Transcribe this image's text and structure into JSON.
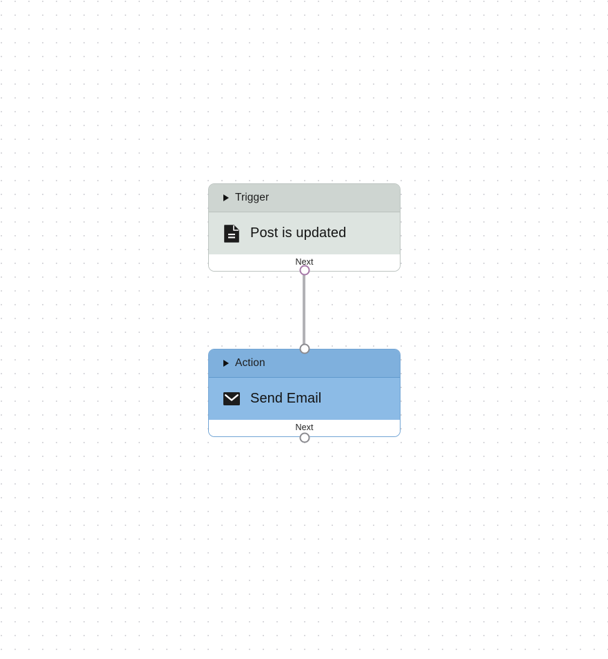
{
  "canvas": {
    "grid": "dot-grid",
    "background_color": "#ffffff",
    "dot_color": "#d9d9dd"
  },
  "workflow": {
    "nodes": [
      {
        "id": "trigger",
        "header_label": "Trigger",
        "body_label": "Post is updated",
        "footer_label": "Next",
        "icon": "document-icon",
        "header_color": "#ced5d1",
        "body_color": "#dde4e0",
        "border_color": "#bcc4c0",
        "output_port_color": "#a678a8"
      },
      {
        "id": "action",
        "header_label": "Action",
        "body_label": "Send Email",
        "footer_label": "Next",
        "icon": "envelope-icon",
        "header_color": "#7fb0dd",
        "body_color": "#8cbbe6",
        "border_color": "#6fa3d4",
        "input_port_color": "#8b8b90",
        "output_port_color": "#8b8b90"
      }
    ],
    "edges": [
      {
        "id": "trigger-to-action",
        "from": "trigger",
        "to": "action",
        "color": "#b2b2b6"
      }
    ]
  }
}
